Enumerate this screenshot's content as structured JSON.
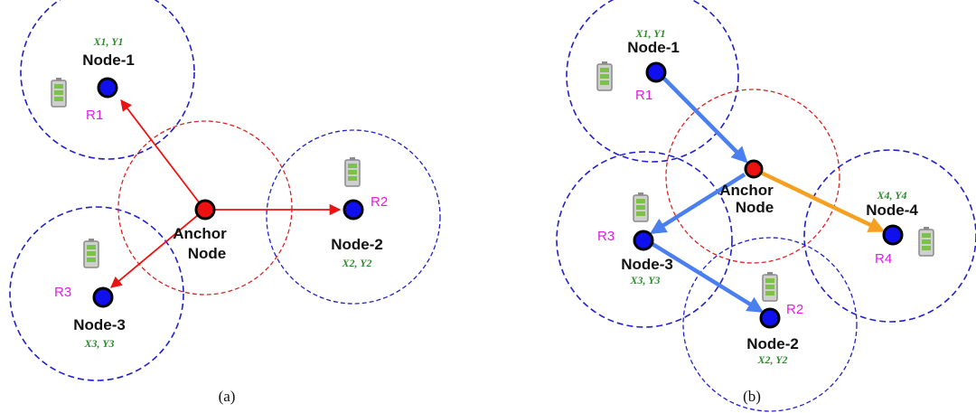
{
  "panel_a": {
    "caption": "(a)",
    "anchor_label_1": "Anchor",
    "anchor_label_2": "Node",
    "node1": {
      "label": "Node-1",
      "coord": "X1, Y1",
      "radius": "R1"
    },
    "node2": {
      "label": "Node-2",
      "coord": "X2, Y2",
      "radius": "R2"
    },
    "node3": {
      "label": "Node-3",
      "coord": "X3, Y3",
      "radius": "R3"
    }
  },
  "panel_b": {
    "caption": "(b)",
    "anchor_label_1": "Anchor",
    "anchor_label_2": "Node",
    "node1": {
      "label": "Node-1",
      "coord": "X1, Y1",
      "radius": "R1"
    },
    "node2": {
      "label": "Node-2",
      "coord": "X2, Y2",
      "radius": "R2"
    },
    "node3": {
      "label": "Node-3",
      "coord": "X3, Y3",
      "radius": "R3"
    },
    "node4": {
      "label": "Node-4",
      "coord": "X4, Y4",
      "radius": "R4"
    }
  },
  "colors": {
    "anchor_fill": "#ee1111",
    "node_fill": "#1010ee",
    "node_circle": "#2020cc",
    "anchor_circle": "#dd2222",
    "arrow_a": "#ee1111",
    "arrow_b_blue": "#4a7ff0",
    "arrow_b_orange": "#f5a020"
  }
}
